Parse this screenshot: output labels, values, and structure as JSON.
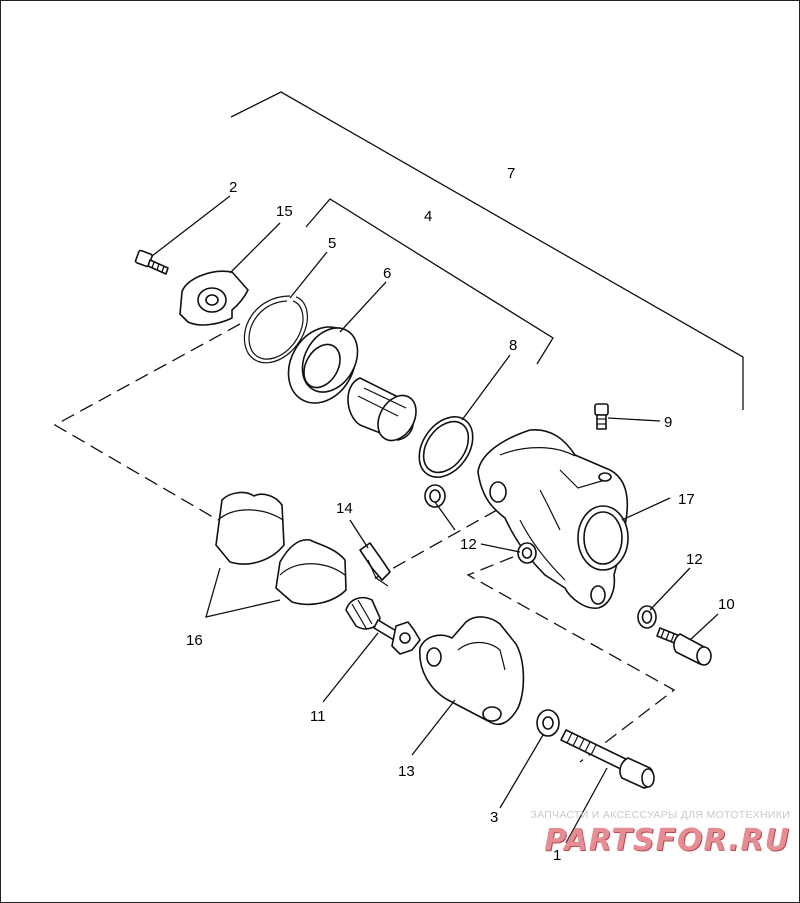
{
  "diagram": {
    "callouts": {
      "c1": "1",
      "c2": "2",
      "c3": "3",
      "c4": "4",
      "c5": "5",
      "c6": "6",
      "c7": "7",
      "c8": "8",
      "c9": "9",
      "c10": "10",
      "c11": "11",
      "c12a": "12",
      "c12b": "12",
      "c13": "13",
      "c14": "14",
      "c15": "15",
      "c16": "16",
      "c17": "17"
    }
  },
  "watermark": {
    "tagline": "ЗАПЧАСТИ И АКСЕССУАРЫ ДЛЯ МОТОТЕХНИКИ",
    "logo": "PARTSFOR.RU"
  }
}
